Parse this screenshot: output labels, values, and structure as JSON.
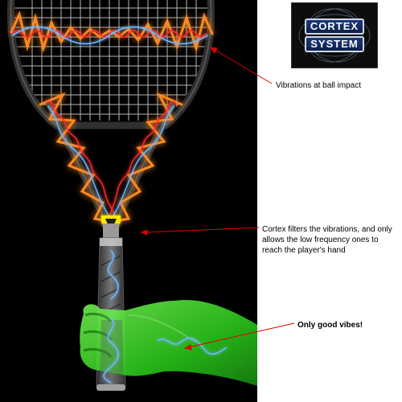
{
  "logo": {
    "line1": "CORTEX",
    "line2": "SYSTEM"
  },
  "callouts": {
    "impact": "Vibrations at ball impact",
    "filter": "Cortex filters the vibrations, and only allows the low frequency ones to reach the player's hand",
    "good_vibes": "Only good vibes!"
  },
  "colors": {
    "background": "#000000",
    "frame": "#2b2b2b",
    "strings": "#d8d8d8",
    "glow_orange": "#ff8a1e",
    "wave_red": "#ff2a2a",
    "wave_blue": "#6fb7ff",
    "dampener_yellow": "#ffe600",
    "arm_green": "#3cff2a",
    "arrow_red": "#e00000"
  }
}
